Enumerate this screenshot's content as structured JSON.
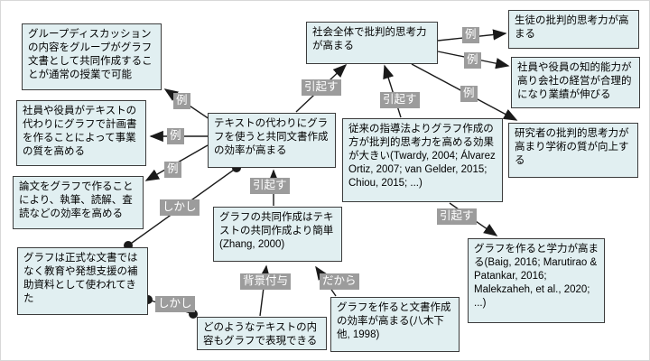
{
  "diagram": {
    "colors": {
      "background": "#ffffff",
      "node_fill": "#e1eff1",
      "node_border": "#3c3c3c",
      "edge": "#1a1a1a",
      "label_bg": "#9c9c9c",
      "label_text": "#ffffff"
    },
    "nodes": [
      {
        "id": "group-discussion",
        "text": "グループディスカッションの内容をグループがグラフ文書として共同作成することが通常の授業で可能"
      },
      {
        "id": "employees-plan",
        "text": "社員や役員がテキストの代わりにグラフで計画書を作ることによって事業の質を高める"
      },
      {
        "id": "paper-graph",
        "text": "論文をグラフで作ることにより、執筆、読解、査読などの効率を高める"
      },
      {
        "id": "graph-informal",
        "text": "グラフは正式な文書ではなく教育や発想支援の補助資料として使われてきた"
      },
      {
        "id": "graph-collab-efficiency",
        "text": "テキストの代わりにグラフを使うと共同文書作成の効率が高まる"
      },
      {
        "id": "society-critical-thinking",
        "text": "社会全体で批判的思考力が高まる"
      },
      {
        "id": "students-critical-thinking",
        "text": "生徒の批判的思考力が高まる"
      },
      {
        "id": "company-performance",
        "text": "社員や役員の知的能力が高り会社の経営が合理的になり業績が伸びる"
      },
      {
        "id": "researchers-quality",
        "text": "研究者の批判的思考力が高まり学術の質が向上する"
      },
      {
        "id": "evidence-critical-thinking",
        "text": "従来の指導法よりグラフ作成の方が批判的思考力を高める効果が大きい(Twardy, 2004; Álvarez Ortiz, 2007; van Gelder, 2015; Chiou, 2015; ...)"
      },
      {
        "id": "evidence-achievement",
        "text": "グラフを作ると学力が高まる(Baig, 2016; Marutirao & Patankar, 2016; Malekzaheh, et al., 2020; ...)"
      },
      {
        "id": "graph-collab-easier",
        "text": "グラフの共同作成はテキストの共同作成より簡単(Zhang, 2000)"
      },
      {
        "id": "any-text-as-graph",
        "text": "どのようなテキストの内容もグラフで表現できる"
      },
      {
        "id": "doc-efficiency",
        "text": "グラフを作ると文書作成の効率が高まる(八木下他, 1998)"
      }
    ],
    "edges": [
      {
        "from": 4,
        "to": 0,
        "label": "例",
        "type": "arrow"
      },
      {
        "from": 4,
        "to": 1,
        "label": "例",
        "type": "arrow"
      },
      {
        "from": 4,
        "to": 2,
        "label": "例",
        "type": "arrow"
      },
      {
        "from": 4,
        "to": 5,
        "label": "引起す",
        "type": "arrow"
      },
      {
        "from": 9,
        "to": 5,
        "label": "引起す",
        "type": "arrow"
      },
      {
        "from": 5,
        "to": 6,
        "label": "例",
        "type": "arrow"
      },
      {
        "from": 5,
        "to": 7,
        "label": "例",
        "type": "arrow"
      },
      {
        "from": 5,
        "to": 8,
        "label": "例",
        "type": "arrow"
      },
      {
        "from": 9,
        "to": 10,
        "label": "引起す",
        "type": "arrow"
      },
      {
        "from": 11,
        "to": 4,
        "label": "引起す",
        "type": "arrow"
      },
      {
        "from": 12,
        "to": 11,
        "label": "背景付与",
        "type": "arrow"
      },
      {
        "from": 13,
        "to": 11,
        "label": "だから",
        "type": "arrow"
      },
      {
        "from": 3,
        "to": 4,
        "label": "しかし",
        "type": "link-dots"
      },
      {
        "from": 3,
        "to": 12,
        "label": "しかし",
        "type": "link-dots"
      }
    ]
  }
}
